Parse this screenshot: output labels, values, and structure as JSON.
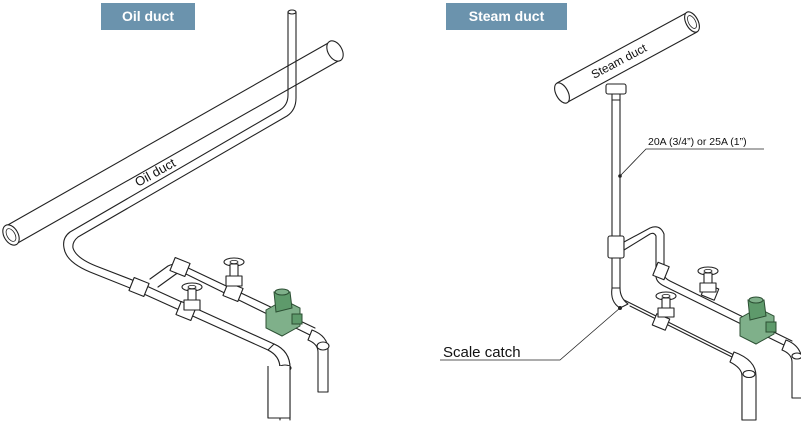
{
  "headers": {
    "oil": "Oil duct",
    "steam": "Steam duct"
  },
  "labels": {
    "oil_duct": "Oil duct",
    "steam_duct": "Steam duct",
    "pipe_size": "20A (3/4”) or 25A (1”)",
    "scale_catch": "Scale catch"
  },
  "colors": {
    "header_bg": "#6b93ad",
    "valve": "#7fb08a"
  }
}
